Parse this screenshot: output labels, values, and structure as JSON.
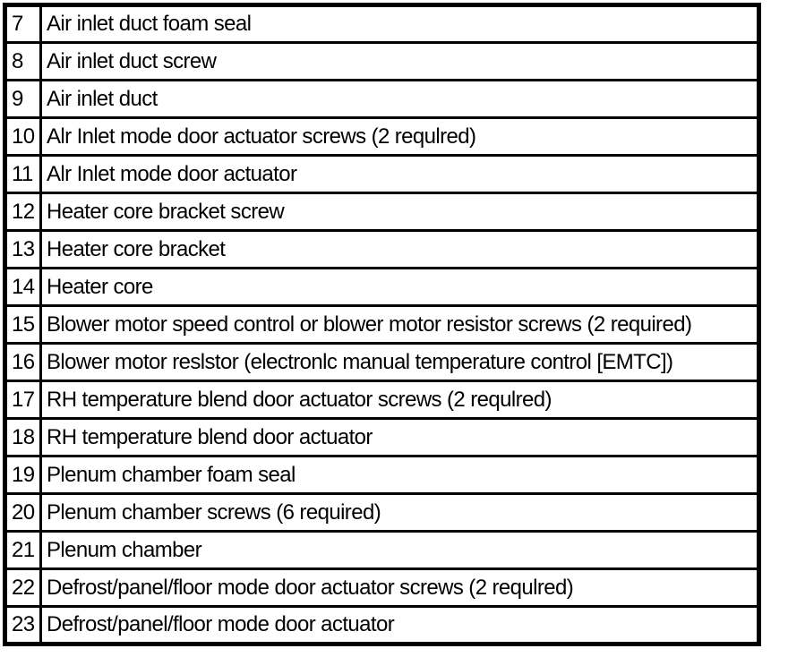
{
  "document": {
    "kind": "parts-list-table"
  },
  "colors": {
    "border": "#000000",
    "background": "#ffffff",
    "text": "#000000"
  },
  "table": {
    "columns": [
      "item-number",
      "description"
    ],
    "rows": [
      {
        "num": "7",
        "desc": "Air inlet duct foam seal"
      },
      {
        "num": "8",
        "desc": "Air inlet duct screw"
      },
      {
        "num": "9",
        "desc": "Air inlet duct"
      },
      {
        "num": "10",
        "desc": "Alr Inlet mode door actuator screws (2 requlred)"
      },
      {
        "num": "11",
        "desc": "Alr Inlet mode door actuator"
      },
      {
        "num": "12",
        "desc": "Heater core bracket screw"
      },
      {
        "num": "13",
        "desc": "Heater core bracket"
      },
      {
        "num": "14",
        "desc": "Heater core"
      },
      {
        "num": "15",
        "desc": "Blower motor speed control or blower motor resistor screws (2 required)"
      },
      {
        "num": "16",
        "desc": "Blower motor reslstor (electronlc manual temperature control [EMTC])"
      },
      {
        "num": "17",
        "desc": "RH temperature blend door actuator screws (2 requlred)"
      },
      {
        "num": "18",
        "desc": "RH temperature blend door actuator"
      },
      {
        "num": "19",
        "desc": "Plenum chamber foam seal"
      },
      {
        "num": "20",
        "desc": "Plenum chamber screws (6 required)"
      },
      {
        "num": "21",
        "desc": "Plenum chamber"
      },
      {
        "num": "22",
        "desc": "Defrost/panel/floor mode door actuator screws (2 requlred)"
      },
      {
        "num": "23",
        "desc": "Defrost/panel/floor mode door actuator"
      }
    ]
  }
}
